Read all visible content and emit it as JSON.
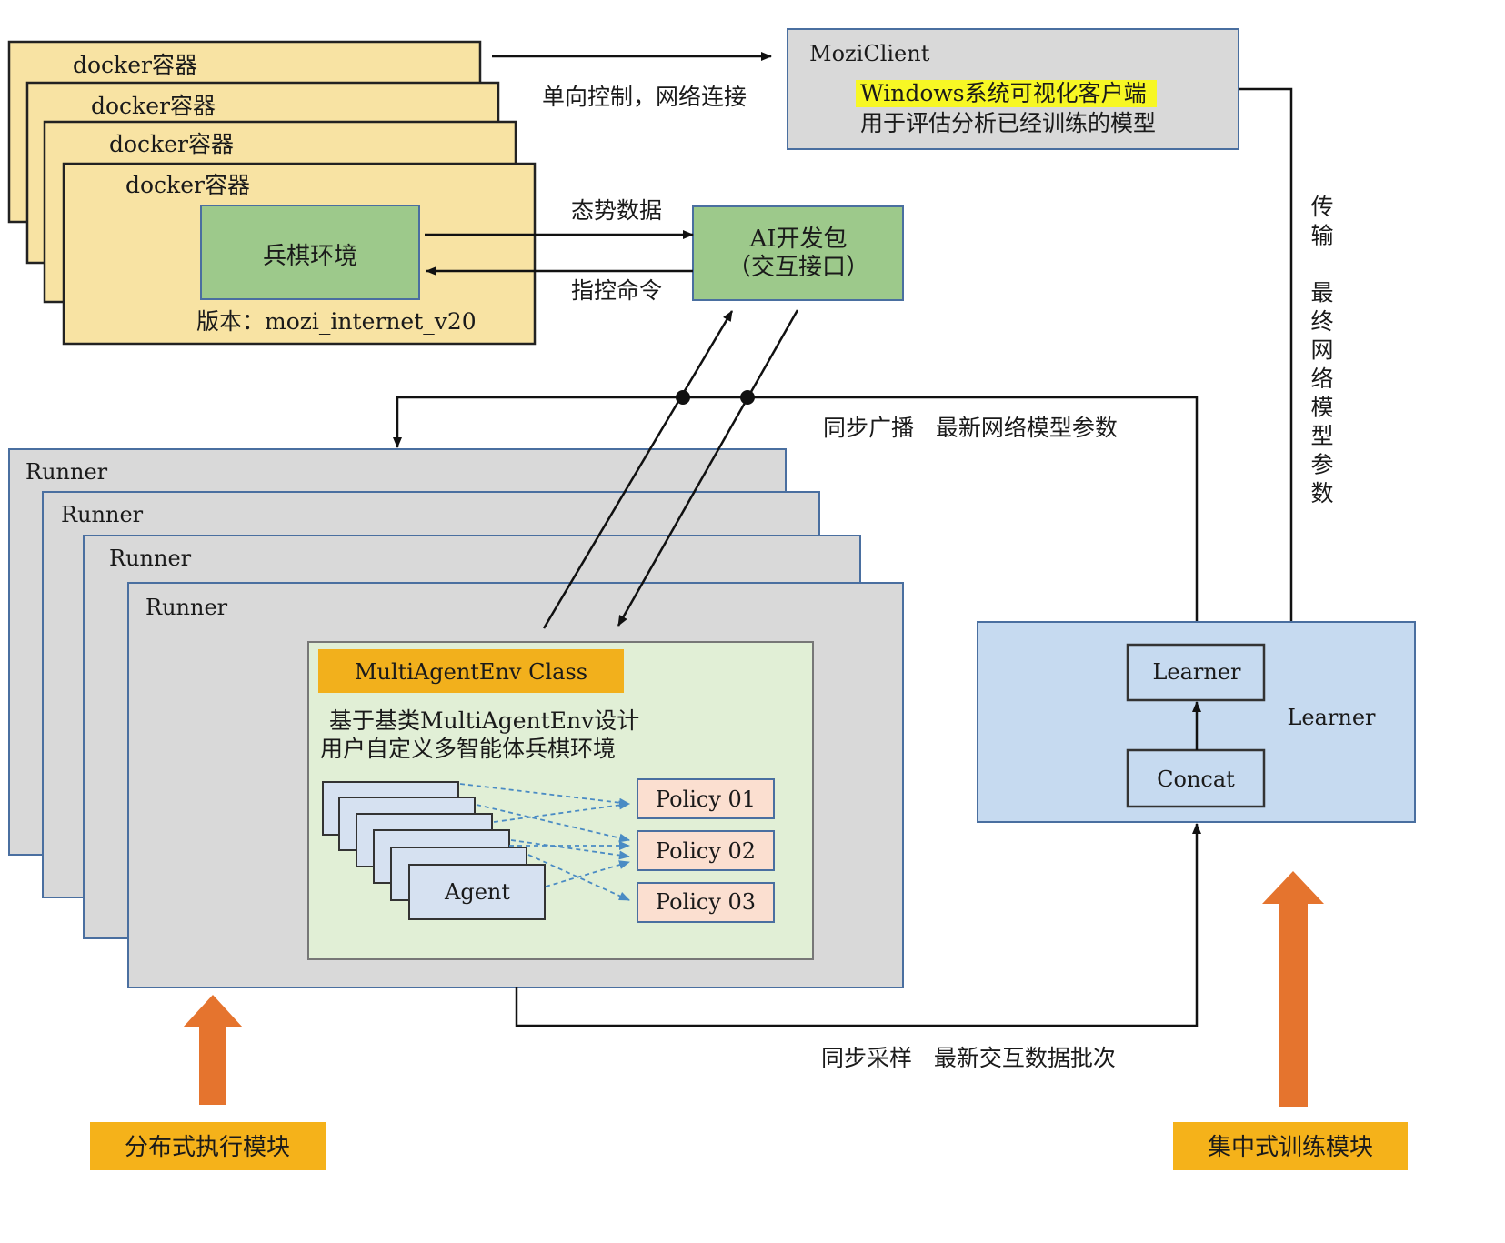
{
  "docker": {
    "labels": [
      "docker容器",
      "docker容器",
      "docker容器",
      "docker容器"
    ],
    "env_label": "兵棋环境",
    "version_label": "版本：mozi_internet_v20"
  },
  "mozi_client": {
    "title": "MoziClient",
    "highlight_line": "Windows系统可视化客户端",
    "desc_line": "用于评估分析已经训练的模型"
  },
  "edges": {
    "one_way_control": "单向控制，网络连接",
    "situation_data": "态势数据",
    "command": "指控命令",
    "sync_broadcast": "同步广播   最新网络模型参数",
    "sync_sample": "同步采样   最新交互数据批次",
    "transfer_vertical": [
      "传",
      "输",
      "",
      "最",
      "终",
      "网",
      "络",
      "模",
      "型",
      "参",
      "数"
    ]
  },
  "ai_sdk": {
    "line1": "AI开发包",
    "line2": "（交互接口）"
  },
  "runners": {
    "labels": [
      "Runner",
      "Runner",
      "Runner",
      "Runner"
    ]
  },
  "multi_agent_env": {
    "class_label": "MultiAgentEnv Class",
    "desc_line1": "基于基类MultiAgentEnv设计",
    "desc_line2": "用户自定义多智能体兵棋环境",
    "agent_label": "Agent",
    "policies": [
      "Policy 01",
      "Policy 02",
      "Policy 03"
    ]
  },
  "learner": {
    "outer_label": "Learner",
    "inner_label": "Learner",
    "concat_label": "Concat"
  },
  "modules": {
    "distributed": "分布式执行模块",
    "centralized": "集中式训练模块"
  },
  "colors": {
    "docker_fill": "#f8e3a3",
    "env_green": "#9dc98b",
    "runner_fill": "#d9d9d9",
    "inner_env_fill": "#e1efd6",
    "class_bar": "#f2b01c",
    "agent_fill": "#d6e1f1",
    "policy_fill": "#fbdfd0",
    "learner_fill": "#c6daf0",
    "module_label": "#f5b21a",
    "big_arrow": "#e5742e",
    "highlight": "#f7f724",
    "dotted_arrow": "#4a8bc4"
  }
}
